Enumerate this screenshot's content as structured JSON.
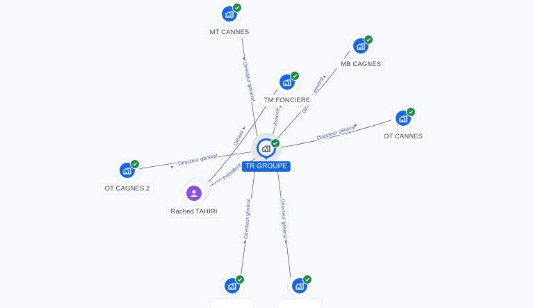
{
  "colors": {
    "background": "#f8fafd",
    "company": "#1666e8",
    "person": "#8b4fe3",
    "verified": "#1f8a4c",
    "edge": "#5a5f6e",
    "edge_label": "#4b5fd6"
  },
  "center": {
    "label": "TR GROUPE",
    "icon": "building-icon",
    "verified": true
  },
  "nodes": [
    {
      "id": "mt-cannes",
      "label": "MT CANNES",
      "type": "company",
      "icon": "building-icon",
      "verified": true
    },
    {
      "id": "mb-cagnes",
      "label": "MB CAGNES",
      "type": "company",
      "icon": "building-icon",
      "verified": true
    },
    {
      "id": "tm-fonciere",
      "label": "TM FONCIERE",
      "type": "company",
      "icon": "building-icon",
      "verified": true
    },
    {
      "id": "ot-cannes",
      "label": "OT CANNES",
      "type": "company",
      "icon": "building-icon",
      "verified": true
    },
    {
      "id": "ot-cagnes-2",
      "label": "OT CAGNES 2",
      "type": "company",
      "icon": "building-icon",
      "verified": true
    },
    {
      "id": "rached-tahiri",
      "label": "Rached TAHIRI",
      "type": "person",
      "icon": "person-icon",
      "verified": false
    },
    {
      "id": "bottom-left",
      "label": "",
      "type": "company",
      "icon": "building-icon",
      "verified": true
    },
    {
      "id": "bottom-right",
      "label": "",
      "type": "company",
      "icon": "building-icon",
      "verified": true
    }
  ],
  "edges": [
    {
      "from": "center",
      "to": "mt-cannes",
      "label": "Directeur général"
    },
    {
      "from": "center",
      "to": "mb-cagnes",
      "label": "Directeur général"
    },
    {
      "from": "center",
      "to": "tm-fonciere",
      "label": "Associé"
    },
    {
      "from": "center",
      "to": "ot-cannes",
      "label": "Directeur général"
    },
    {
      "from": "center",
      "to": "ot-cagnes-2",
      "label": "Directeur général"
    },
    {
      "from": "rached-tahiri",
      "to": "tm-fonciere",
      "label": "Gérant"
    },
    {
      "from": "rached-tahiri",
      "to": "center",
      "label": "Président"
    },
    {
      "from": "center",
      "to": "bottom-left",
      "label": "Directeur général"
    },
    {
      "from": "center",
      "to": "bottom-right",
      "label": "Directeur général"
    }
  ]
}
